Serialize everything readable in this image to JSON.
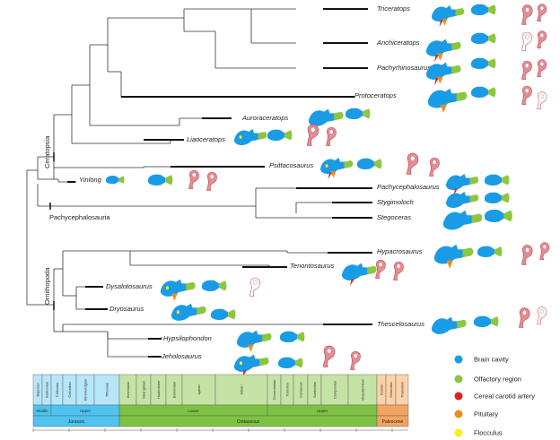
{
  "taxa": [
    "Triceratops",
    "Anchiceratops",
    "Pachyrhinosaurus",
    "Protoceratops",
    "Auroraceratops",
    "Liaoceratops",
    "Psittacosaurus",
    "Yinlong",
    "Pachycephalosaurus",
    "Stygimoloch",
    "Stegoceras",
    "Hypacrosaurus",
    "Tenontosaurus",
    "Dysalotosaurus",
    "Dryosaurus",
    "Thescelosaurus",
    "Hypsilophondon",
    "Jeholosaurus"
  ],
  "clades": {
    "ceratopsia": "Ceratopsia",
    "pachycephalosauria": "Pachycephalosauria",
    "ornithopoda": "Ornithopoda"
  },
  "legend": [
    {
      "label": "Brain cavity",
      "color": "#1a9be6"
    },
    {
      "label": "Olfactory region",
      "color": "#8cc63f"
    },
    {
      "label": "Cereal  carotid artery",
      "color": "#e02020"
    },
    {
      "label": "Pituitary",
      "color": "#f28a1e"
    },
    {
      "label": "Flocculus",
      "color": "#f5f01a"
    }
  ],
  "timescale": {
    "periods": [
      "Jurassic",
      "Cretaceous",
      "Paleocene"
    ],
    "epochs": [
      "Middle",
      "Upper",
      "Lower",
      "Upper"
    ],
    "stages": [
      "Bajocian",
      "Bathonian",
      "Callovian",
      "Oxfordian",
      "Kimmeridgian",
      "Tithonian",
      "Berriasian",
      "Valanginian",
      "Hauterivian",
      "Barremian",
      "Aptian",
      "Albian",
      "Cenomanian",
      "Turonian",
      "Coniacian",
      "Santonian",
      "Campanian",
      "Maastrichtian",
      "Danian",
      "Selandian",
      "Thanetian"
    ]
  },
  "colors": {
    "jurassic": "#4ec3ef",
    "jurassic_light": "#b6e6f8",
    "cretaceous": "#7dc242",
    "cretaceous_light": "#c6e3a6",
    "paleocene": "#f4a460",
    "paleocene_light": "#fbd2a9"
  }
}
